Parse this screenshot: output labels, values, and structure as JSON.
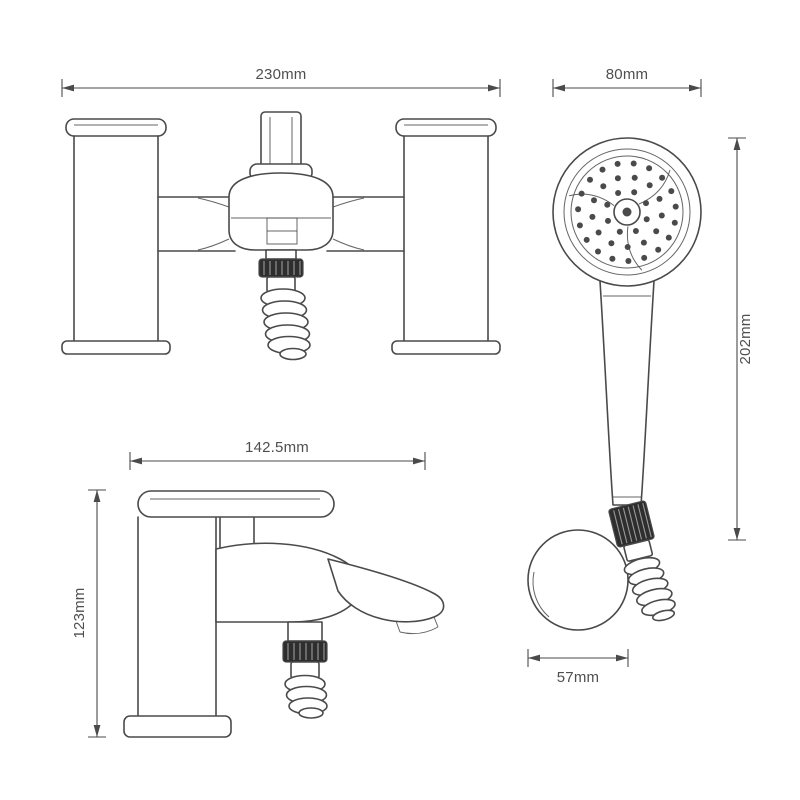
{
  "dims": {
    "tap_front_width": "230mm",
    "shower_head_width": "80mm",
    "shower_head_height": "202mm",
    "tap_side_width": "142.5mm",
    "tap_side_height": "123mm",
    "bracket_width": "57mm"
  },
  "colors": {
    "line": "#4a4a4a",
    "text": "#4f4f4f",
    "knurl_fill": "#2e2e2e",
    "background": "#ffffff"
  }
}
